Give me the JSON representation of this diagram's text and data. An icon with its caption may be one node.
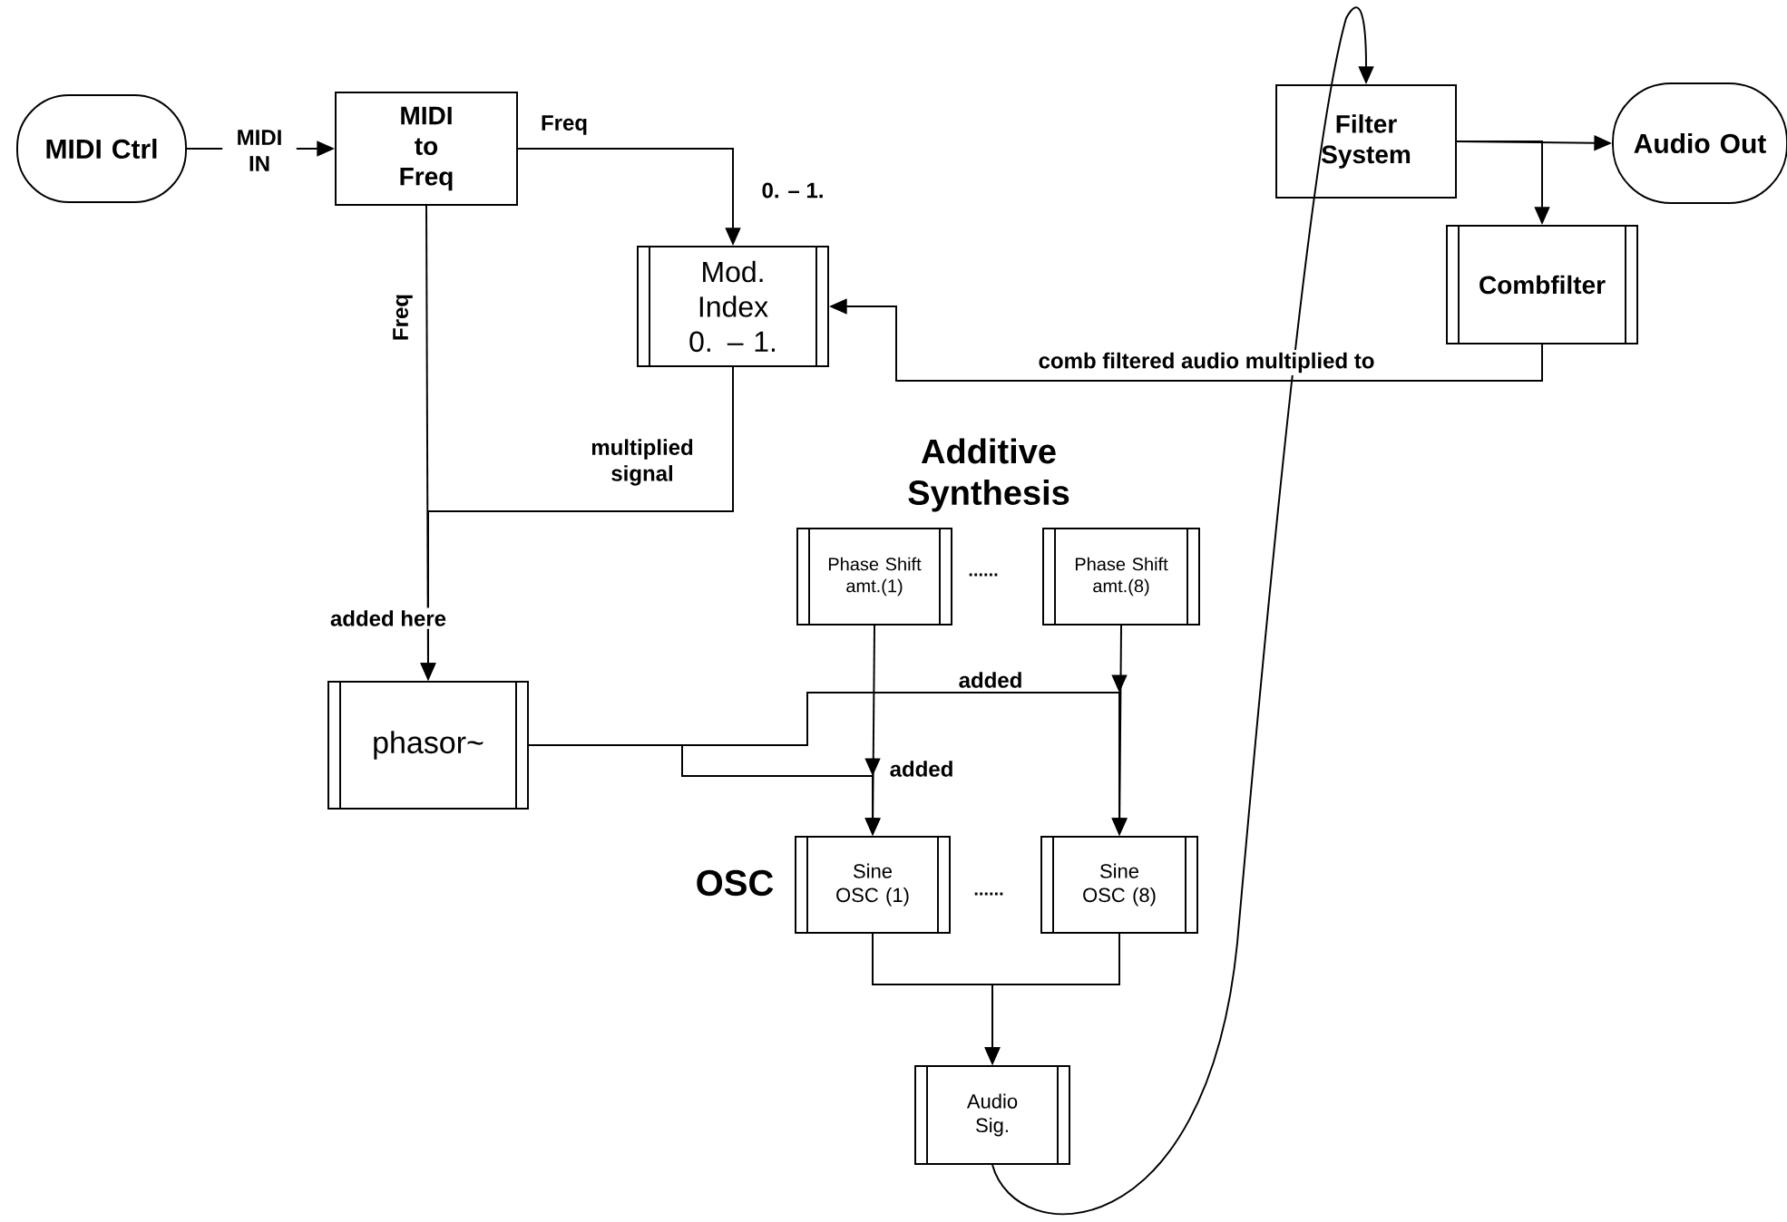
{
  "diagram": {
    "nodes": [
      {
        "text": [
          "MIDI  Ctrl"
        ]
      },
      {
        "text": [
          "MIDI to Freq"
        ]
      },
      {
        "text": [
          "Mod. Index 0. – 1."
        ]
      },
      {
        "text": [
          "Filter System"
        ]
      },
      {
        "text": [
          "Audio Out"
        ]
      },
      {
        "text": [
          "Combfilter"
        ]
      },
      {
        "text": [
          "phasor~"
        ]
      },
      {
        "text": [
          "Phase Shift amt.(1)"
        ]
      },
      {
        "text": [
          "Phase Shift amt.(8)"
        ]
      },
      {
        "text": [
          "Sine OSC (1)"
        ]
      },
      {
        "text": [
          "Sine OSC (8)"
        ]
      },
      {
        "text": [
          "Audio Sig."
        ]
      }
    ],
    "edges": [
      {
        "from": 0,
        "to": 1,
        "arrow": "to",
        "label": "MIDI IN"
      },
      {
        "from": 1,
        "to": 2,
        "arrow": "to",
        "label": "Freq"
      },
      {
        "from": 1,
        "to": 6,
        "arrow": "to",
        "label": "Freq"
      },
      {
        "from": 2,
        "to": 6,
        "arrow": "to",
        "label": "multiplied signal"
      },
      {
        "from": 5,
        "to": 2,
        "arrow": "to",
        "label": "comb filtered audio multiplied to"
      },
      {
        "from": 3,
        "to": 4,
        "arrow": "to"
      },
      {
        "from": 3,
        "to": 5,
        "arrow": "to"
      },
      {
        "from": 11,
        "to": 3,
        "arrow": "to"
      },
      {
        "from": 7,
        "to": 9,
        "arrow": "to"
      },
      {
        "from": 8,
        "to": 10,
        "arrow": "to"
      },
      {
        "from": 6,
        "to": 9,
        "arrow": "to",
        "label": "added"
      },
      {
        "from": 6,
        "to": 10,
        "arrow": "to",
        "label": "added"
      },
      {
        "from": 9,
        "to": 11,
        "arrow": "to"
      },
      {
        "from": 10,
        "to": 11,
        "arrow": "to"
      }
    ],
    "labels": [
      "0. – 1.",
      "added here",
      "Additive Synthesis",
      "......",
      "OSC",
      "......"
    ]
  }
}
